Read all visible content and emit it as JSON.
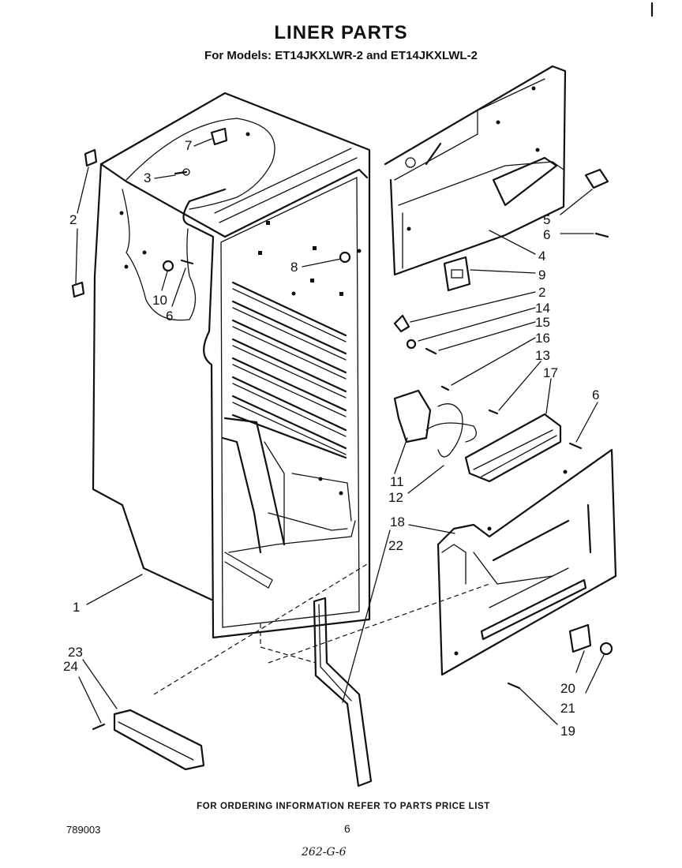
{
  "title": "LINER PARTS",
  "subtitle": "For Models: ET14JKXLWR-2 and ET14JKXLWL-2",
  "footer_note": "FOR ORDERING INFORMATION REFER TO PARTS PRICE LIST",
  "doc_number": "789003",
  "page_number": "6",
  "handwritten_note": "262-G-6",
  "callouts": [
    {
      "id": "c7",
      "label": "7"
    },
    {
      "id": "c3",
      "label": "3"
    },
    {
      "id": "c2a",
      "label": "2"
    },
    {
      "id": "c10",
      "label": "10"
    },
    {
      "id": "c6a",
      "label": "6"
    },
    {
      "id": "c8",
      "label": "8"
    },
    {
      "id": "c5",
      "label": "5"
    },
    {
      "id": "c6b",
      "label": "6"
    },
    {
      "id": "c4",
      "label": "4"
    },
    {
      "id": "c9",
      "label": "9"
    },
    {
      "id": "c2b",
      "label": "2"
    },
    {
      "id": "c14",
      "label": "14"
    },
    {
      "id": "c15",
      "label": "15"
    },
    {
      "id": "c16",
      "label": "16"
    },
    {
      "id": "c13",
      "label": "13"
    },
    {
      "id": "c17",
      "label": "17"
    },
    {
      "id": "c6c",
      "label": "6"
    },
    {
      "id": "c11",
      "label": "11"
    },
    {
      "id": "c12",
      "label": "12"
    },
    {
      "id": "c18",
      "label": "18"
    },
    {
      "id": "c22",
      "label": "22"
    },
    {
      "id": "c1",
      "label": "1"
    },
    {
      "id": "c23",
      "label": "23"
    },
    {
      "id": "c24",
      "label": "24"
    },
    {
      "id": "c20",
      "label": "20"
    },
    {
      "id": "c21",
      "label": "21"
    },
    {
      "id": "c19",
      "label": "19"
    }
  ]
}
